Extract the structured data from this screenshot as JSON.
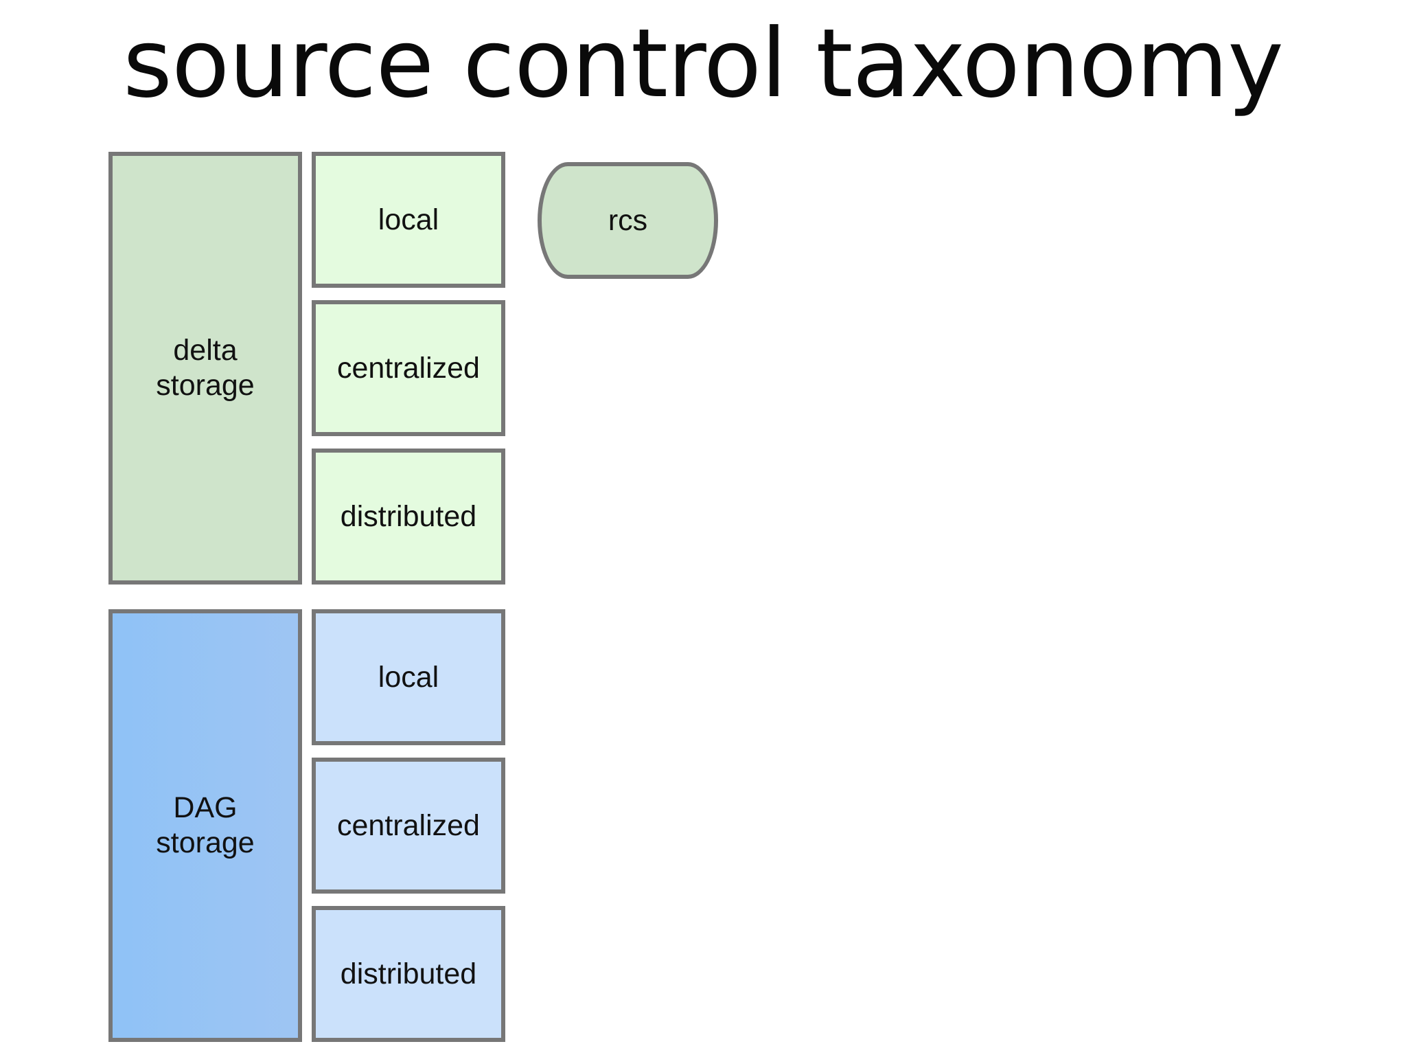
{
  "slide": {
    "title": "source control taxonomy"
  },
  "taxonomy": {
    "delta": {
      "label": "delta\nstorage",
      "color": "#cfe4cb",
      "children": [
        "local",
        "centralized",
        "distributed"
      ],
      "child_color": "#e4fbdf"
    },
    "dag": {
      "label": "DAG\nstorage",
      "color": "#95c4f5",
      "children": [
        "local",
        "centralized",
        "distributed"
      ],
      "child_color": "#cbe1fb"
    }
  },
  "examples": {
    "rcs": "rcs"
  },
  "border_color": "#777777"
}
